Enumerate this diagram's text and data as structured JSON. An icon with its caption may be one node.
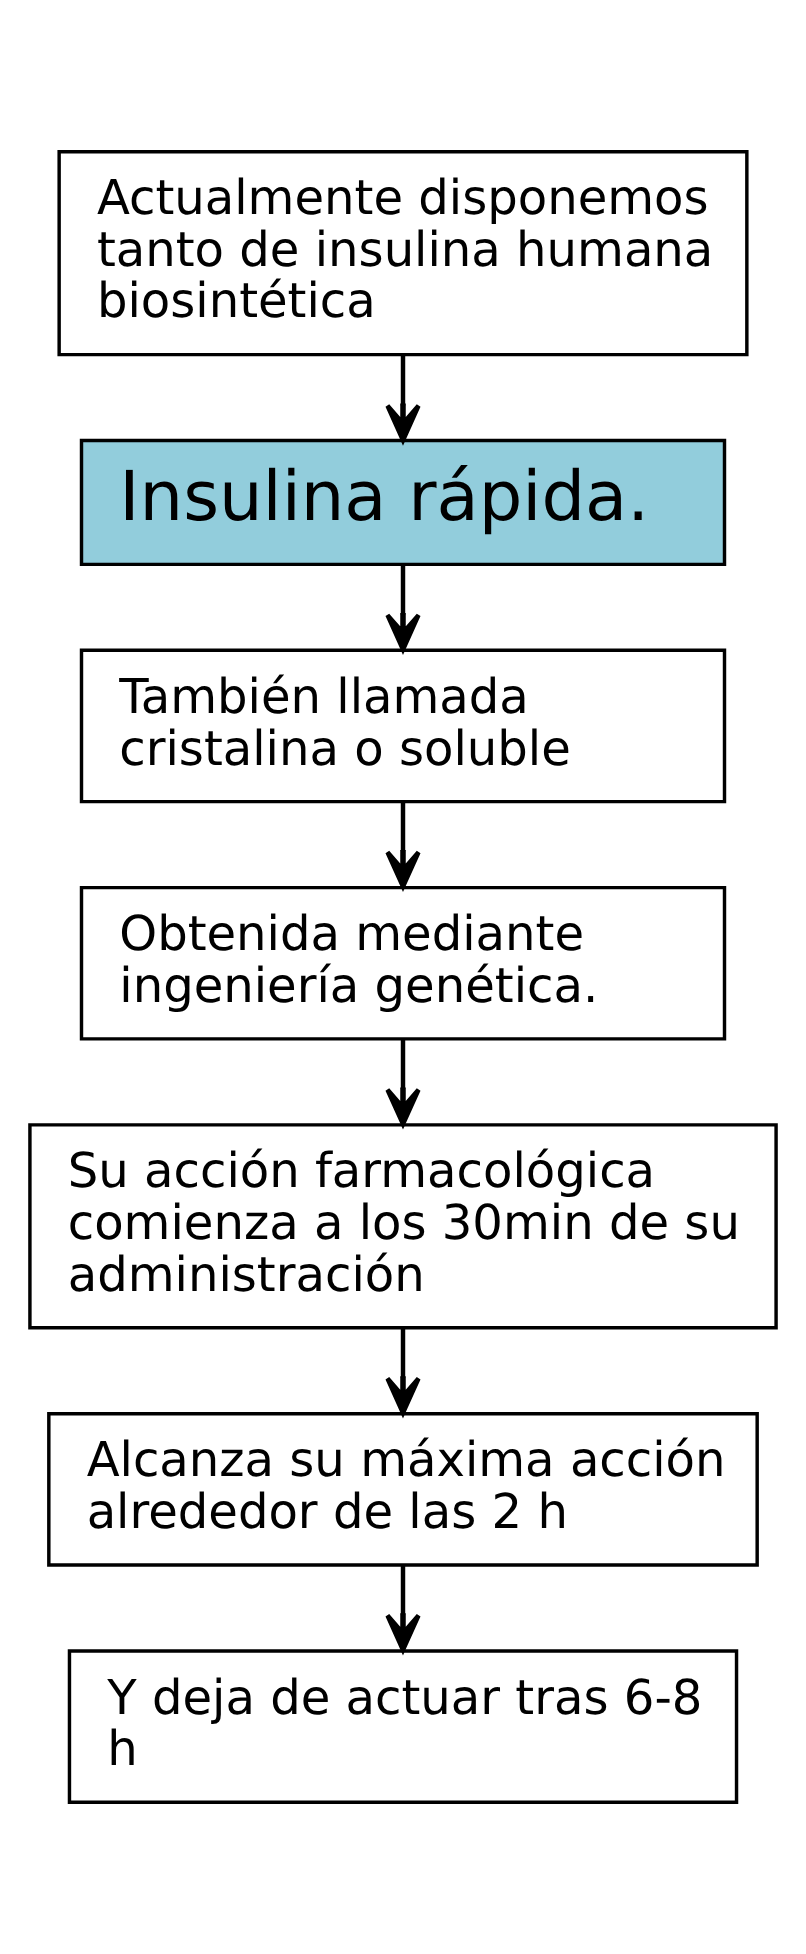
{
  "diagram": {
    "nodes": [
      {
        "text": [
          "Actualmente disponemos tanto de insulina humana biosintética"
        ]
      },
      {
        "text": [
          "Insulina rápida."
        ]
      },
      {
        "text": [
          "También llamada  cristalina o soluble"
        ]
      },
      {
        "text": [
          "Obtenida mediante ingeniería genética."
        ]
      },
      {
        "text": [
          "Su acción farmacológica comienza a los 30min de su administración"
        ]
      },
      {
        "text": [
          "Alcanza su máxima acción alrededor de las 2 h"
        ]
      },
      {
        "text": [
          "Y deja de actuar tras 6-8 h"
        ]
      }
    ],
    "edges": [
      {
        "from": 0,
        "to": 1,
        "arrow": "to"
      },
      {
        "from": 1,
        "to": 2,
        "arrow": "to"
      },
      {
        "from": 2,
        "to": 3,
        "arrow": "to"
      },
      {
        "from": 3,
        "to": 4,
        "arrow": "to"
      },
      {
        "from": 4,
        "to": 5,
        "arrow": "to"
      },
      {
        "from": 5,
        "to": 6,
        "arrow": "to"
      }
    ]
  }
}
